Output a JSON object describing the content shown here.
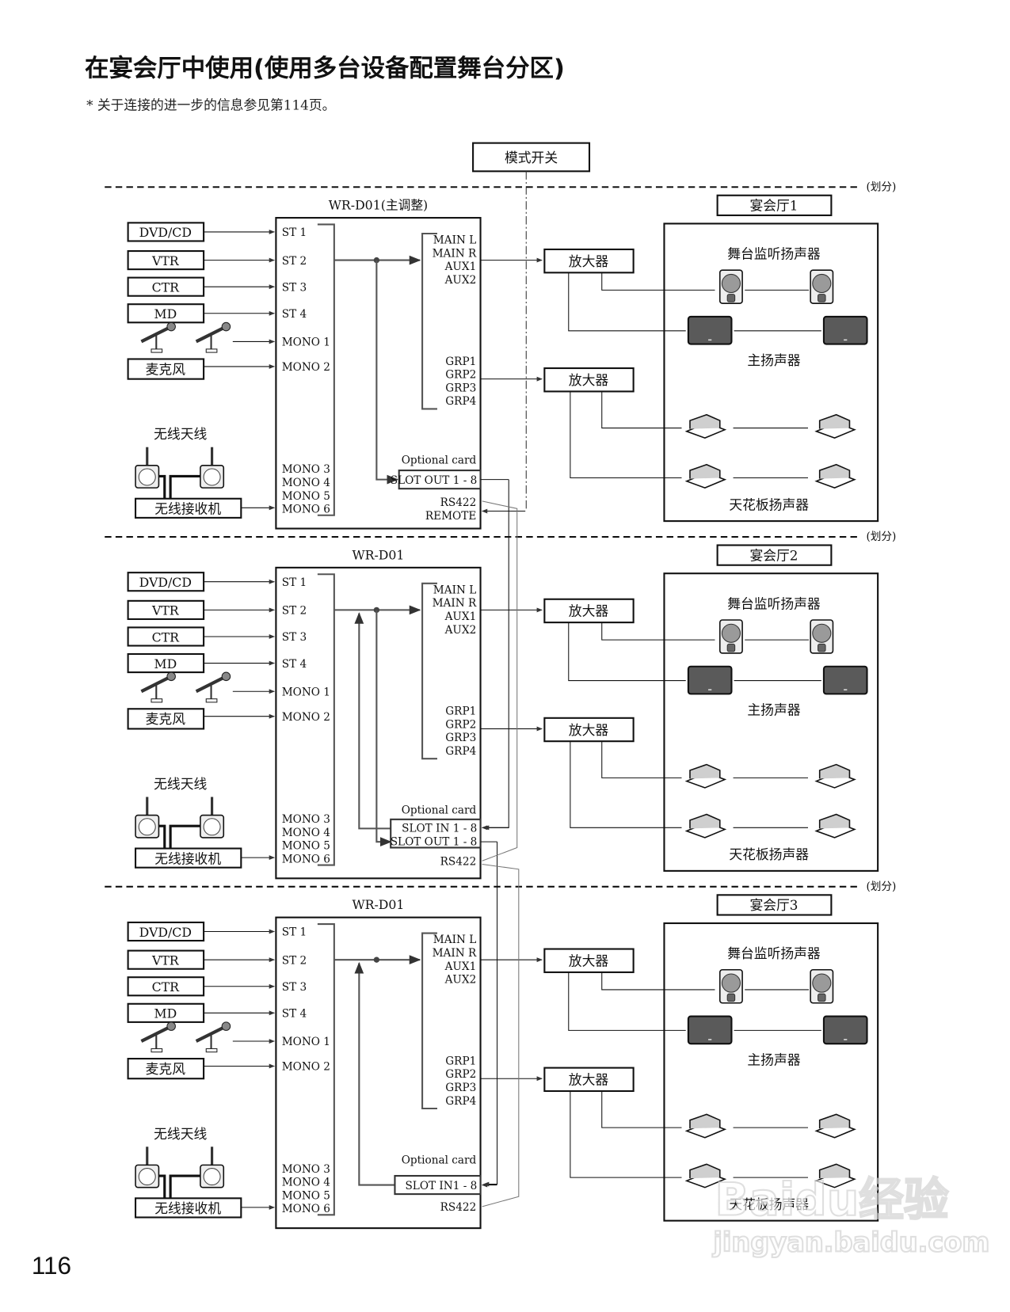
{
  "page": {
    "title": "在宴会厅中使用(使用多台设备配置舞台分区)",
    "note": "* 关于连接的进一步的信息参见第114页。",
    "page_number": "116"
  },
  "mode_switch": {
    "label": "模式开关"
  },
  "divider_label": "(划分)",
  "sources": {
    "dvd": "DVD/CD",
    "vtr": "VTR",
    "ctr": "CTR",
    "md": "MD",
    "mic": "麦克风",
    "antenna": "无线天线",
    "receiver": "无线接收机"
  },
  "units": [
    {
      "title": "WR-D01(主调整)",
      "inputs": [
        "ST 1",
        "ST 2",
        "ST 3",
        "ST 4",
        "MONO 1",
        "MONO 2"
      ],
      "mono_group": [
        "MONO 3",
        "MONO 4",
        "MONO 5",
        "MONO 6"
      ],
      "outputs_a": [
        "MAIN L",
        "MAIN R",
        "AUX1",
        "AUX2"
      ],
      "outputs_b": [
        "GRP1",
        "GRP2",
        "GRP3",
        "GRP4"
      ],
      "optional_card": "Optional card",
      "slots": [
        "SLOT OUT 1 - 8"
      ],
      "rs422": "RS422",
      "remote": "REMOTE"
    },
    {
      "title": "WR-D01",
      "inputs": [
        "ST 1",
        "ST 2",
        "ST 3",
        "ST 4",
        "MONO 1",
        "MONO 2"
      ],
      "mono_group": [
        "MONO 3",
        "MONO 4",
        "MONO 5",
        "MONO 6"
      ],
      "outputs_a": [
        "MAIN L",
        "MAIN R",
        "AUX1",
        "AUX2"
      ],
      "outputs_b": [
        "GRP1",
        "GRP2",
        "GRP3",
        "GRP4"
      ],
      "optional_card": "Optional card",
      "slots": [
        "SLOT IN 1 - 8",
        "SLOT OUT 1 - 8"
      ],
      "rs422": "RS422",
      "remote": ""
    },
    {
      "title": "WR-D01",
      "inputs": [
        "ST 1",
        "ST 2",
        "ST 3",
        "ST 4",
        "MONO 1",
        "MONO 2"
      ],
      "mono_group": [
        "MONO 3",
        "MONO 4",
        "MONO 5",
        "MONO 6"
      ],
      "outputs_a": [
        "MAIN L",
        "MAIN R",
        "AUX1",
        "AUX2"
      ],
      "outputs_b": [
        "GRP1",
        "GRP2",
        "GRP3",
        "GRP4"
      ],
      "optional_card": "Optional card",
      "slots": [
        "SLOT IN1 - 8"
      ],
      "rs422": "RS422",
      "remote": ""
    }
  ],
  "rooms": [
    {
      "name": "宴会厅1",
      "amp": "放大器",
      "monitor": "舞台监听扬声器",
      "main": "主扬声器",
      "ceiling": "天花板扬声器"
    },
    {
      "name": "宴会厅2",
      "amp": "放大器",
      "monitor": "舞台监听扬声器",
      "main": "主扬声器",
      "ceiling": "天花板扬声器"
    },
    {
      "name": "宴会厅3",
      "amp": "放大器",
      "monitor": "舞台监听扬声器",
      "main": "主扬声器",
      "ceiling": "天花板扬声器"
    }
  ],
  "watermark": {
    "brand": "Baidu经验",
    "url": "jingyan.baidu.com"
  }
}
